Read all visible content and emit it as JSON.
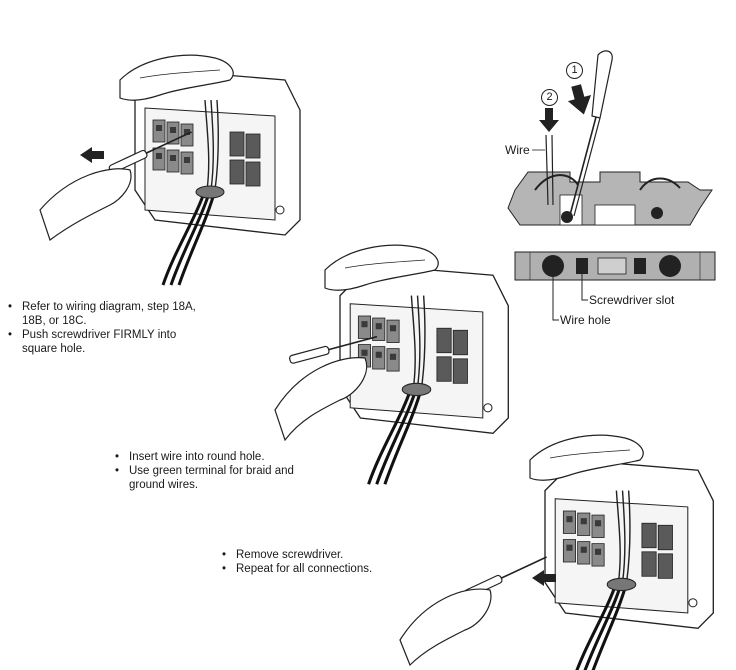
{
  "steps": [
    {
      "bullets": [
        "Refer to wiring diagram, step 18A, 18B, or 18C.",
        "Push screwdriver FIRMLY into square hole."
      ]
    },
    {
      "bullets": [
        "Insert wire into round hole.",
        "Use green terminal for braid and ground wires."
      ]
    },
    {
      "bullets": [
        "Remove screwdriver.",
        "Repeat for all connections."
      ]
    }
  ],
  "detail": {
    "callouts": [
      "1",
      "2"
    ],
    "wire_label": "Wire",
    "screwdriver_slot_label": "Screwdriver slot",
    "wire_hole_label": "Wire hole"
  }
}
